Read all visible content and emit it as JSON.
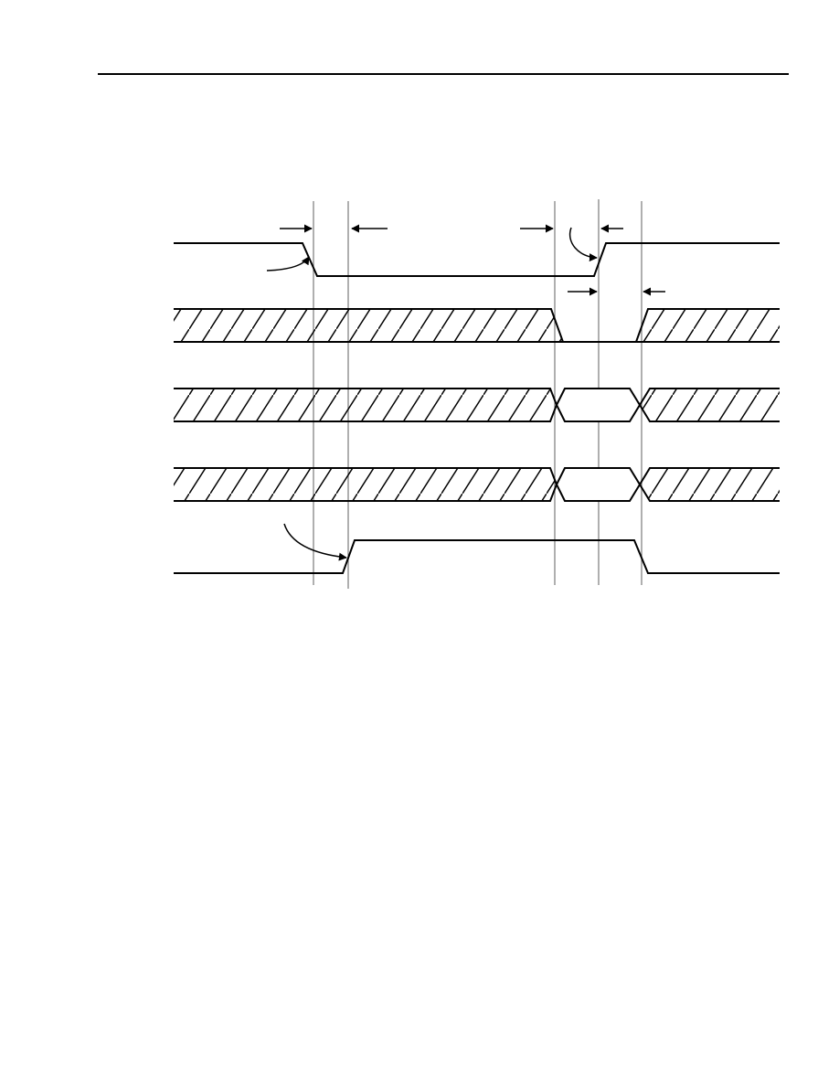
{
  "page": {
    "background": "#ffffff",
    "ink_color": "#000000",
    "guide_color": "#7a7a7a"
  },
  "diagram": {
    "type": "timing-diagram",
    "signal_count": 5,
    "signals": [
      {
        "id": "signal-1",
        "kind": "digital",
        "initial_level": "high",
        "transitions": [
          "falling",
          "rising"
        ]
      },
      {
        "id": "signal-2",
        "kind": "bus",
        "states": [
          "dont-care",
          "high-impedance",
          "dont-care"
        ]
      },
      {
        "id": "signal-3",
        "kind": "bus",
        "states": [
          "dont-care",
          "valid-data",
          "dont-care"
        ]
      },
      {
        "id": "signal-4",
        "kind": "bus",
        "states": [
          "dont-care",
          "valid-data",
          "dont-care"
        ]
      },
      {
        "id": "signal-5",
        "kind": "digital",
        "initial_level": "low",
        "transitions": [
          "rising",
          "falling"
        ]
      }
    ],
    "timing_markers": [
      {
        "id": "interval-left",
        "kind": "dimension-arrows"
      },
      {
        "id": "interval-top-right",
        "kind": "dimension-arrows"
      },
      {
        "id": "interval-middle-right",
        "kind": "dimension-arrows"
      }
    ],
    "causal_arrows": [
      {
        "id": "edge-cause-1",
        "kind": "curved-arrow"
      },
      {
        "id": "edge-cause-2",
        "kind": "curved-arrow"
      },
      {
        "id": "edge-cause-3",
        "kind": "curved-arrow"
      }
    ]
  }
}
